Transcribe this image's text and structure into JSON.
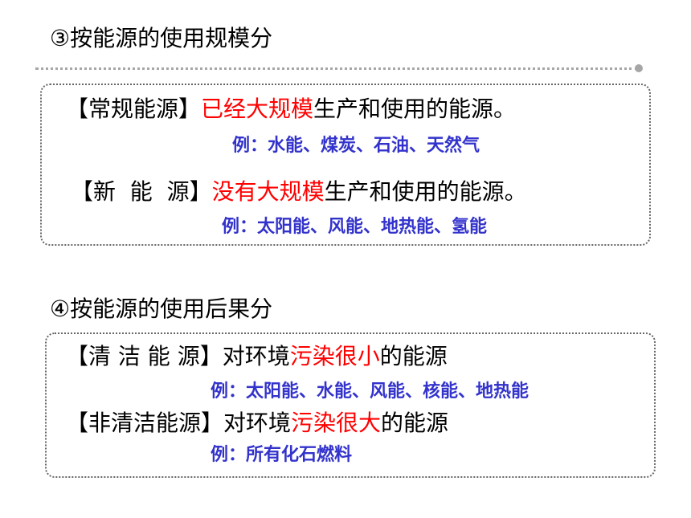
{
  "sections": [
    {
      "title": "③按能源的使用规模分",
      "rows": [
        {
          "bracket": "【常规能源】",
          "highlight": "已经大规模",
          "rest": "生产和使用的能源。",
          "example": "例：水能、煤炭、石油、天然气"
        },
        {
          "bracket": "【新  能  源】",
          "highlight": "没有大规模",
          "rest": "生产和使用的能源。",
          "example": "例：太阳能、风能、地热能、氢能"
        }
      ]
    },
    {
      "title": "④按能源的使用后果分",
      "rows": [
        {
          "bracket": "【清 洁 能 源】",
          "prefix": "对环境",
          "highlight": "污染很小",
          "rest": "的能源",
          "example": "例：太阳能、水能、风能、核能、地热能"
        },
        {
          "bracket": "【非清洁能源】",
          "prefix": "对环境",
          "highlight": "污染很大",
          "rest": "的能源",
          "example": "例：所有化石燃料"
        }
      ]
    }
  ],
  "colors": {
    "highlight": "#ff0000",
    "example": "#3333cc",
    "text": "#000000",
    "divider": "#a6a6a6"
  }
}
